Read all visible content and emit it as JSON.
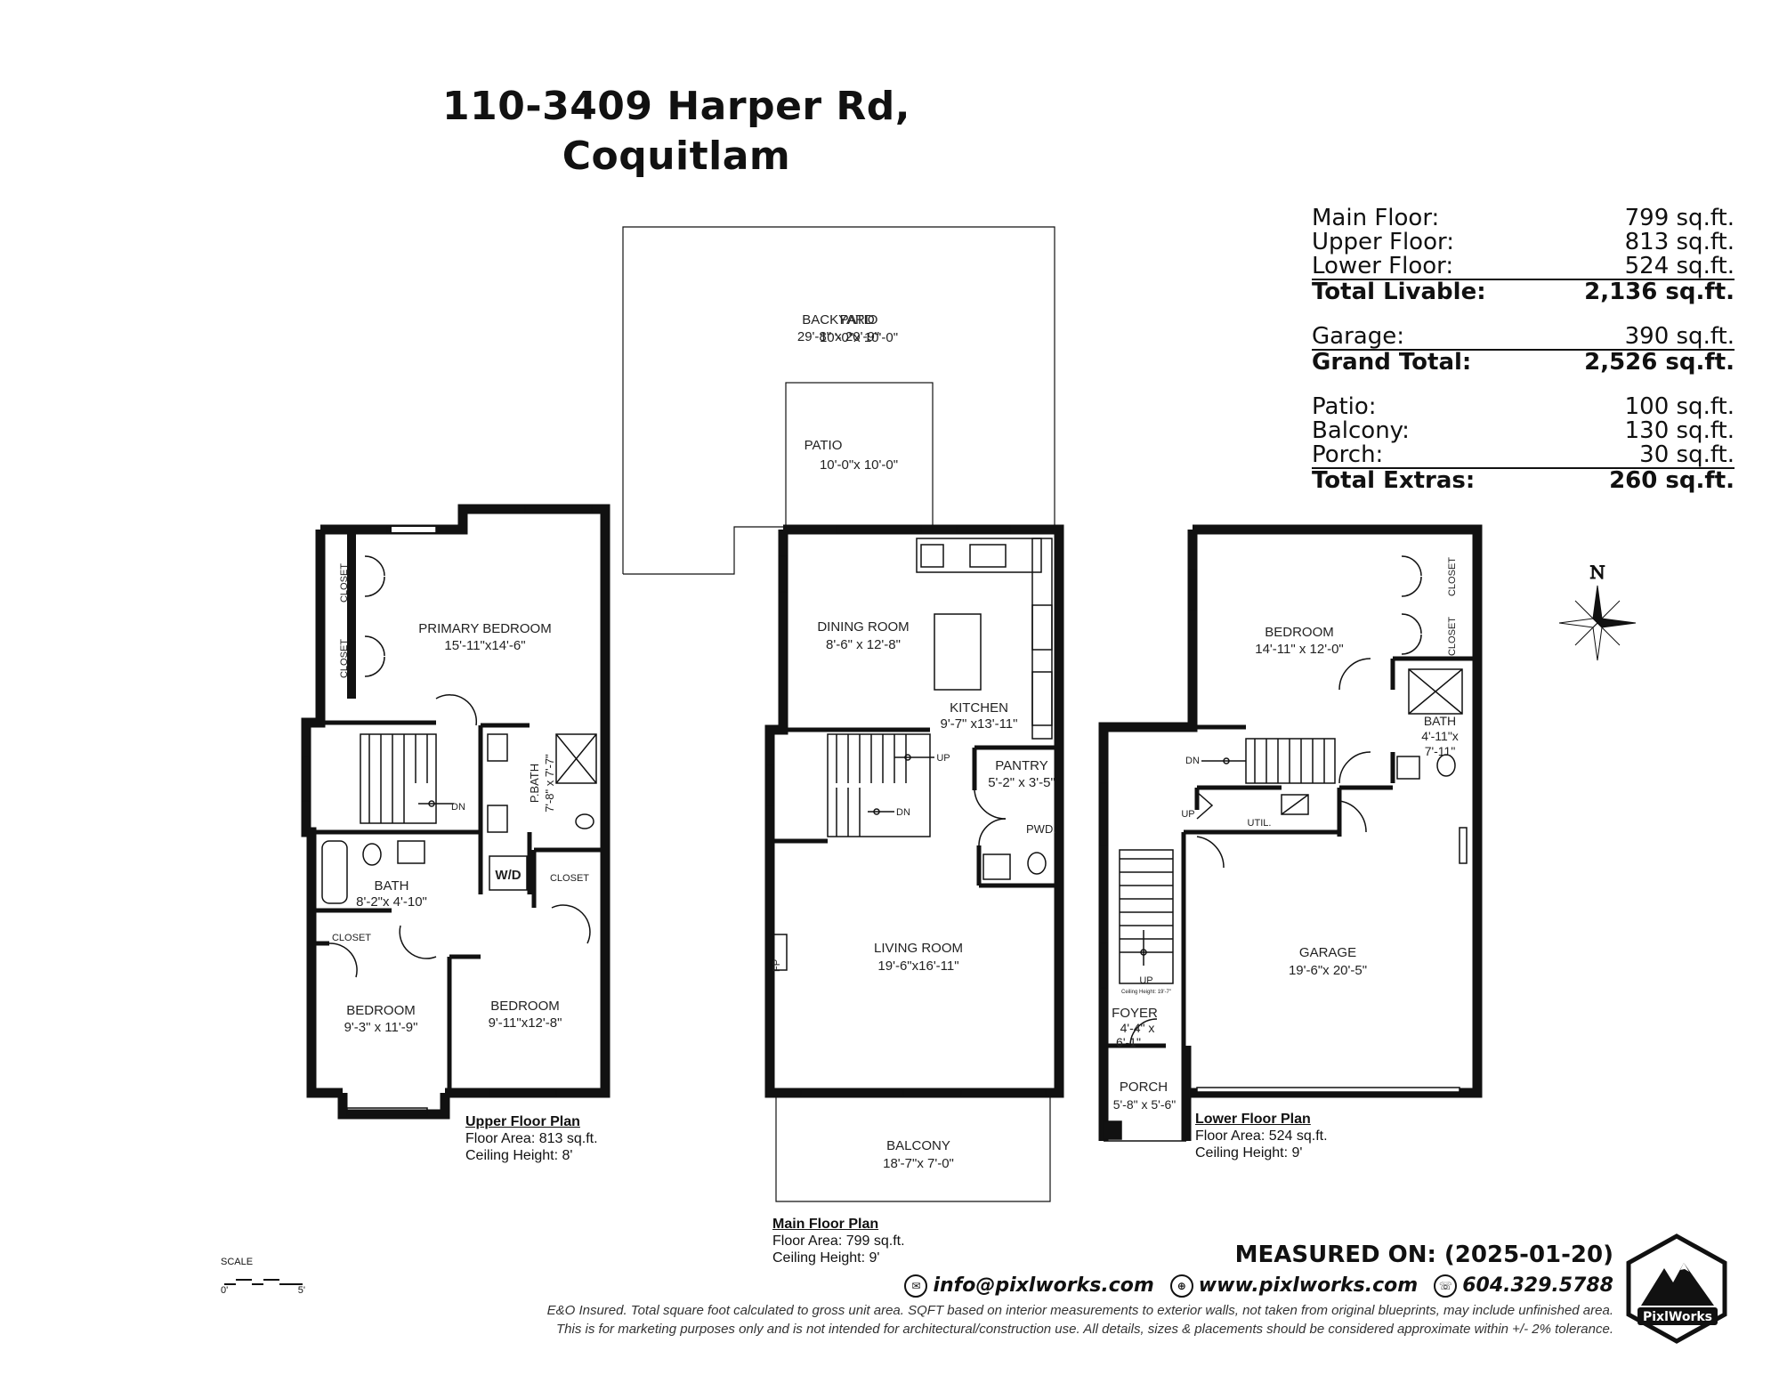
{
  "title": {
    "line1": "110-3409 Harper Rd,",
    "line2": "Coquitlam"
  },
  "areas": {
    "main_floor": {
      "label": "Main Floor:",
      "value": "799 sq.ft."
    },
    "upper_floor": {
      "label": "Upper Floor:",
      "value": "813 sq.ft."
    },
    "lower_floor": {
      "label": "Lower Floor:",
      "value": "524 sq.ft."
    },
    "total_livable": {
      "label": "Total Livable:",
      "value": "2,136 sq.ft."
    },
    "garage": {
      "label": "Garage:",
      "value": "390 sq.ft."
    },
    "grand_total": {
      "label": "Grand Total:",
      "value": "2,526 sq.ft."
    },
    "patio": {
      "label": "Patio:",
      "value": "100 sq.ft."
    },
    "balcony": {
      "label": "Balcony:",
      "value": "130 sq.ft."
    },
    "porch": {
      "label": "Porch:",
      "value": "30 sq.ft."
    },
    "total_extras": {
      "label": "Total Extras:",
      "value": "260 sq.ft."
    }
  },
  "rooms": {
    "backyard": {
      "name": "BACKYARD",
      "dim": "29'-8\" x 20'-9\""
    },
    "patio": {
      "name": "PATIO",
      "dim": "10'-0\"x 10'-0\""
    },
    "dining": {
      "name": "DINING ROOM",
      "dim": "8'-6\" x 12'-8\""
    },
    "kitchen": {
      "name": "KITCHEN",
      "dim": "9'-7\" x13'-11\""
    },
    "pantry": {
      "name": "PANTRY",
      "dim": "5'-2\" x 3'-5\""
    },
    "pwd": {
      "name": "PWD."
    },
    "living": {
      "name": "LIVING ROOM",
      "dim": "19'-6\"x16'-11\""
    },
    "balcony": {
      "name": "BALCONY",
      "dim": "18'-7\"x 7'-0\""
    },
    "fp": "FP",
    "primary_bedroom": {
      "name": "PRIMARY BEDROOM",
      "dim": "15'-11\"x14'-6\""
    },
    "p_bath": {
      "name": "P.BATH",
      "dim": "7'-8\" x 7'-7\""
    },
    "upper_bath": {
      "name": "BATH",
      "dim": "8'-2\"x 4'-10\""
    },
    "wd": "W/D",
    "bedroom_1": {
      "name": "BEDROOM",
      "dim": "9'-3\" x 11'-9\""
    },
    "bedroom_2": {
      "name": "BEDROOM",
      "dim": "9'-11\"x12'-8\""
    },
    "lower_bedroom": {
      "name": "BEDROOM",
      "dim": "14'-11\" x 12'-0\""
    },
    "lower_bath": {
      "name": "BATH",
      "dim1": "4'-11\"x",
      "dim2": "7'-11\""
    },
    "util": "UTIL.",
    "garage": {
      "name": "GARAGE",
      "dim": "19'-6\"x 20'-5\""
    },
    "foyer": {
      "name": "FOYER",
      "dim1": "4'-4\" x",
      "dim2": "6'-1\""
    },
    "porch": {
      "name": "PORCH",
      "dim": "5'-8\" x 5'-6\""
    },
    "closet": "CLOSET",
    "up": "UP",
    "dn": "DN",
    "ceiling_note": "Ceiling Height: 19'-7\""
  },
  "plans": {
    "upper": {
      "heading": "Upper Floor Plan",
      "area": "Floor Area: 813 sq.ft.",
      "ceiling": "Ceiling Height: 8'"
    },
    "main": {
      "heading": "Main Floor Plan",
      "area": "Floor Area: 799 sq.ft.",
      "ceiling": "Ceiling Height: 9'"
    },
    "lower": {
      "heading": "Lower Floor Plan",
      "area": "Floor Area: 524 sq.ft.",
      "ceiling": "Ceiling Height: 9'"
    }
  },
  "compass": "N",
  "scale": {
    "label": "SCALE",
    "start": "0'",
    "end": "5'"
  },
  "measured": "MEASURED ON: (2025-01-20)",
  "contact": {
    "email": "info@pixlworks.com",
    "web": "www.pixlworks.com",
    "phone": "604.329.5788"
  },
  "disclaimer": {
    "line1": "E&O Insured.  Total square foot calculated to gross unit area. SQFT based on interior measurements to exterior walls, not taken from original blueprints, may include unfinished area.",
    "line2": "This is for marketing purposes only and is not intended for architectural/construction use.  All details, sizes & placements should be considered approximate within +/- 2%  tolerance."
  },
  "logo_text": "PixlWorks"
}
